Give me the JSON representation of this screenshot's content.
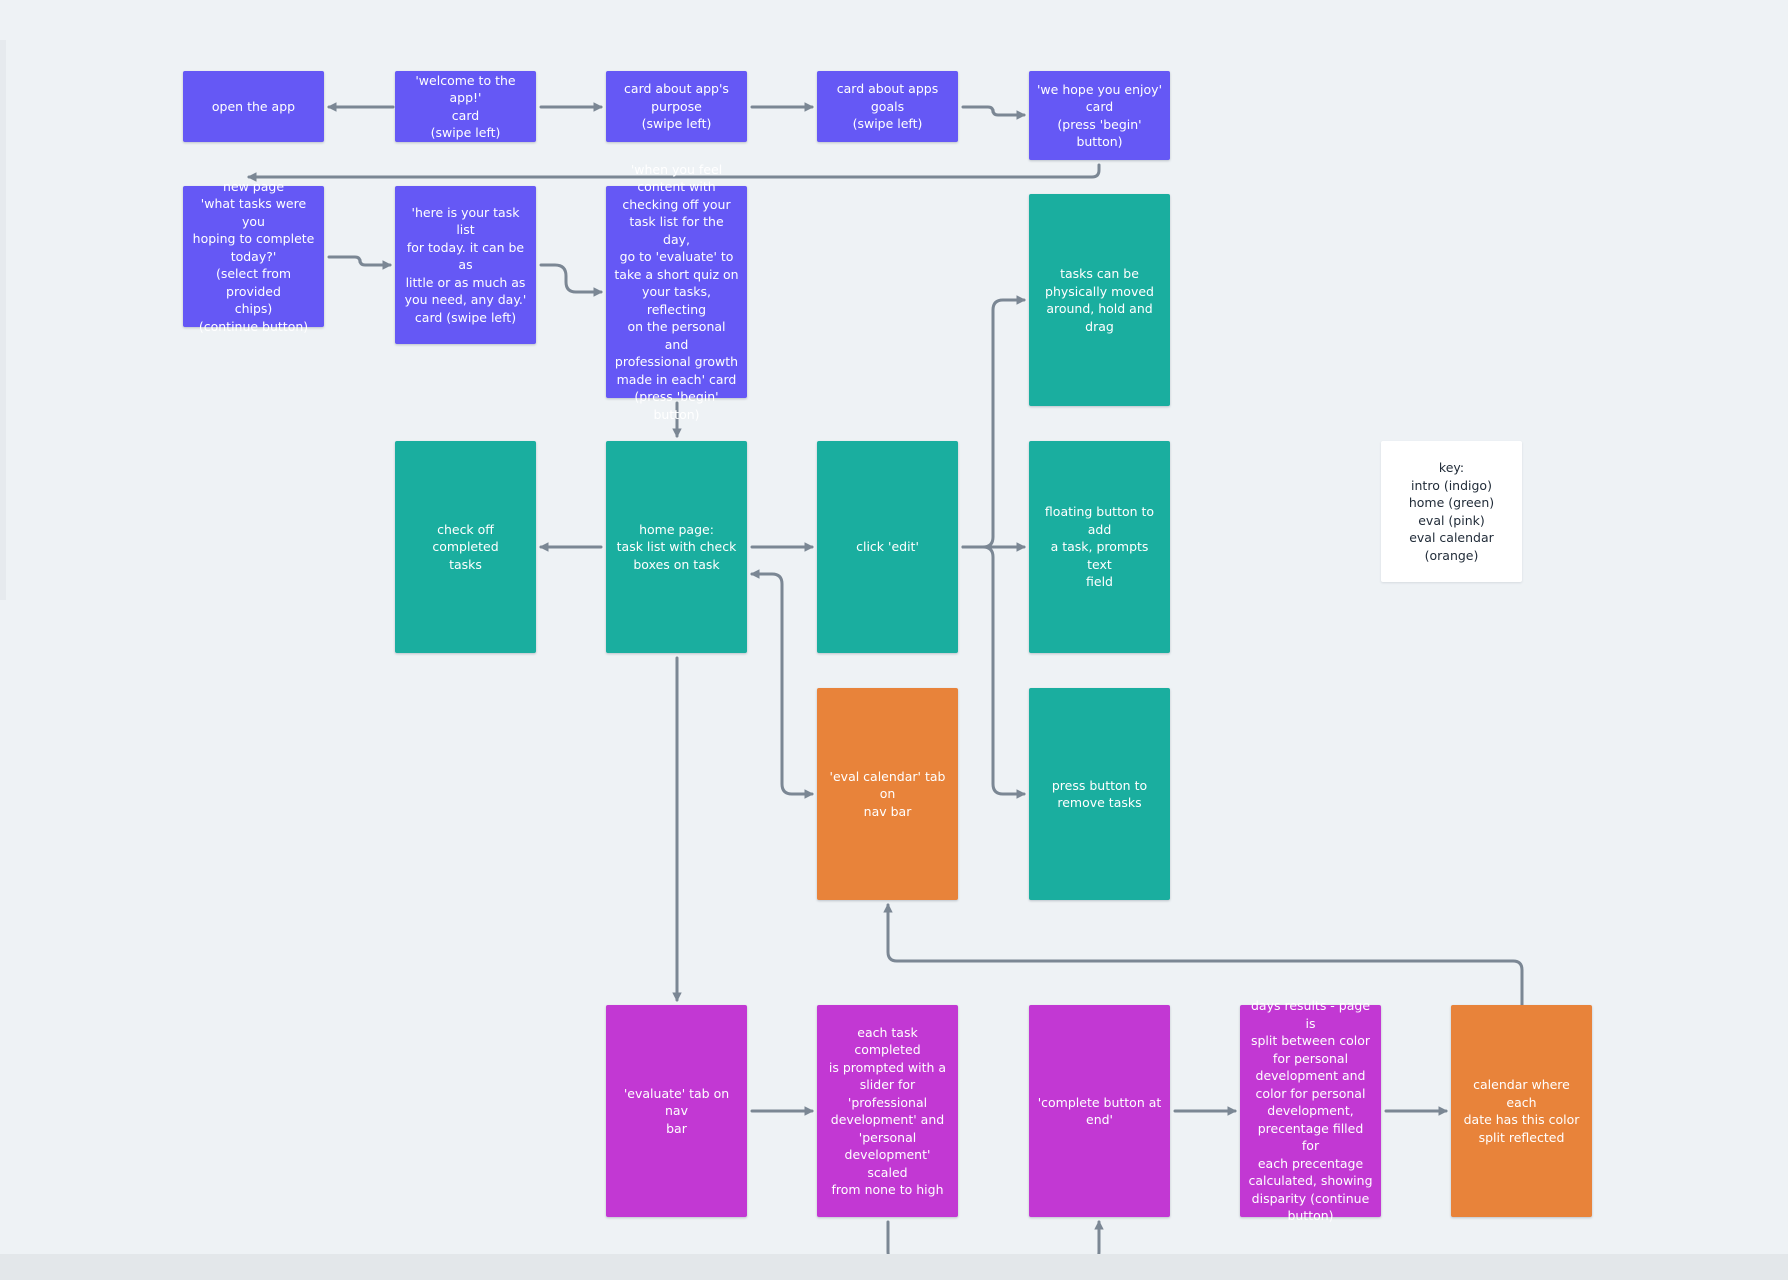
{
  "colors": {
    "intro": "#6558f5",
    "home": "#1aae9f",
    "eval": "#c238d3",
    "eval_calendar": "#e8833a",
    "connector": "#7b8794",
    "background": "#eef2f5"
  },
  "nodes": {
    "open_app": {
      "label": "open the app",
      "category": "intro"
    },
    "welcome": {
      "label": "'welcome to the app!'\ncard\n(swipe left)",
      "category": "intro"
    },
    "purpose": {
      "label": "card about app's\npurpose\n(swipe left)",
      "category": "intro"
    },
    "goals": {
      "label": "card about apps\ngoals\n(swipe left)",
      "category": "intro"
    },
    "enjoy": {
      "label": "'we hope you enjoy'\ncard\n(press 'begin' button)",
      "category": "intro"
    },
    "new_page": {
      "label": "new page\n'what tasks were you\nhoping to complete\ntoday?'\n(select from provided\nchips)\n(continue button)",
      "category": "intro"
    },
    "task_list_card": {
      "label": "'here is your task list\nfor today. it can be as\nlittle or as much as\nyou need, any day.'\ncard (swipe left)",
      "category": "intro"
    },
    "content_card": {
      "label": "'when you feel\ncontent with\nchecking off your\ntask list for the day,\ngo to 'evaluate' to\ntake a short quiz on\nyour tasks, reflecting\non the personal and\nprofessional growth\nmade in each' card\n(press 'begin' button)",
      "category": "intro"
    },
    "tasks_moved": {
      "label": "tasks can be\nphysically moved\naround, hold and\ndrag",
      "category": "home"
    },
    "check_off": {
      "label": "check off completed\ntasks",
      "category": "home"
    },
    "home_page": {
      "label": "home page:\ntask list with check\nboxes on task",
      "category": "home"
    },
    "click_edit": {
      "label": "click 'edit'",
      "category": "home"
    },
    "floating_button": {
      "label": "floating button to add\na task, prompts text\nfield",
      "category": "home"
    },
    "eval_calendar_tab": {
      "label": "'eval calendar' tab on\nnav bar",
      "category": "eval_calendar"
    },
    "remove_tasks": {
      "label": "press button to\nremove tasks",
      "category": "home"
    },
    "evaluate_tab": {
      "label": "'evaluate' tab on nav\nbar",
      "category": "eval"
    },
    "slider": {
      "label": "each task completed\nis prompted with a\nslider for\n'professional\ndevelopment' and\n'personal\ndevelopment' scaled\nfrom none to high",
      "category": "eval"
    },
    "complete_button": {
      "label": "'complete button at\nend'",
      "category": "eval"
    },
    "days_results": {
      "label": "days results - page is\nsplit between color\nfor personal\ndevelopment and\ncolor for personal\ndevelopment,\nprecentage filled for\neach precentage\ncalculated, showing\ndisparity (continue\nbutton)",
      "category": "eval"
    },
    "calendar": {
      "label": "calendar where each\ndate has this color\nsplit reflected",
      "category": "eval_calendar"
    }
  },
  "key": {
    "label": "key:\nintro (indigo)\nhome (green)\neval (pink)\neval calendar\n(orange)"
  },
  "edges": [
    {
      "from": "welcome",
      "to": "open_app"
    },
    {
      "from": "welcome",
      "to": "purpose"
    },
    {
      "from": "purpose",
      "to": "goals"
    },
    {
      "from": "goals",
      "to": "enjoy"
    },
    {
      "from": "enjoy",
      "to": "new_page"
    },
    {
      "from": "new_page",
      "to": "task_list_card"
    },
    {
      "from": "task_list_card",
      "to": "content_card"
    },
    {
      "from": "content_card",
      "to": "home_page"
    },
    {
      "from": "home_page",
      "to": "check_off"
    },
    {
      "from": "home_page",
      "to": "click_edit"
    },
    {
      "from": "click_edit",
      "to": "tasks_moved"
    },
    {
      "from": "click_edit",
      "to": "floating_button"
    },
    {
      "from": "click_edit",
      "to": "remove_tasks"
    },
    {
      "from": "eval_calendar_tab",
      "to": "home_page",
      "bidirectional": true
    },
    {
      "from": "home_page",
      "to": "evaluate_tab"
    },
    {
      "from": "evaluate_tab",
      "to": "slider"
    },
    {
      "from": "slider",
      "to": "complete_button"
    },
    {
      "from": "complete_button",
      "to": "days_results"
    },
    {
      "from": "days_results",
      "to": "calendar"
    },
    {
      "from": "calendar",
      "to": "eval_calendar_tab"
    }
  ]
}
